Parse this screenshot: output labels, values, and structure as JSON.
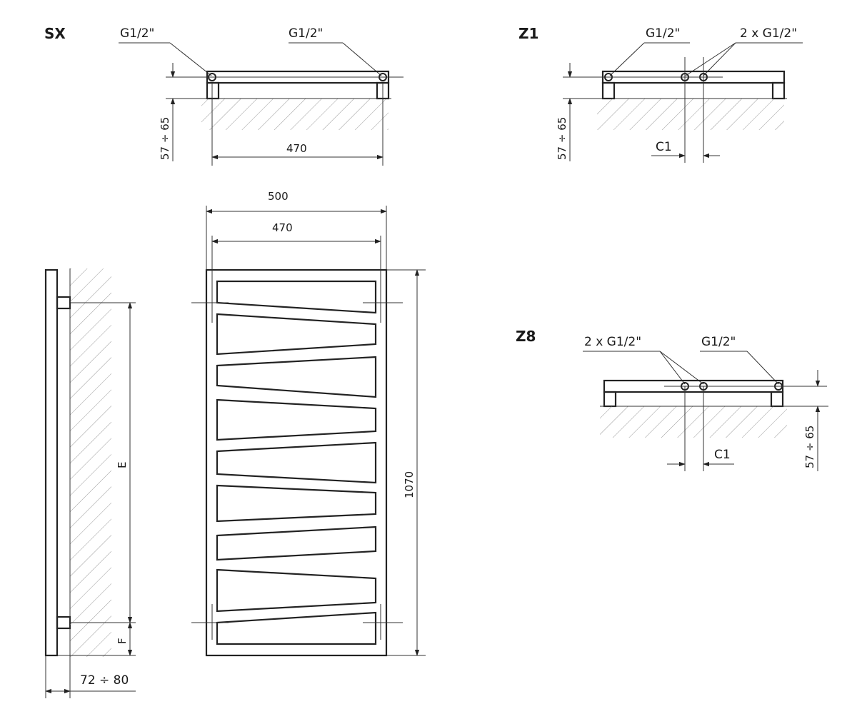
{
  "views": {
    "sx": {
      "heading": "SX",
      "port_left": "G1/2\"",
      "port_right": "G1/2\"",
      "width_dim": "470",
      "depth_dim": "57 ÷ 65"
    },
    "z1": {
      "heading": "Z1",
      "port_single": "G1/2\"",
      "port_double": "2 x G1/2\"",
      "spacing_dim": "C1",
      "depth_dim": "57 ÷ 65"
    },
    "z8": {
      "heading": "Z8",
      "port_double": "2 x G1/2\"",
      "port_single": "G1/2\"",
      "spacing_dim": "C1",
      "depth_dim": "57 ÷ 65"
    },
    "side": {
      "spacing_e": "E",
      "spacing_f": "F",
      "wall_distance": "72 ÷ 80"
    },
    "front": {
      "overall_width": "500",
      "axis_width": "470",
      "height": "1070"
    }
  }
}
